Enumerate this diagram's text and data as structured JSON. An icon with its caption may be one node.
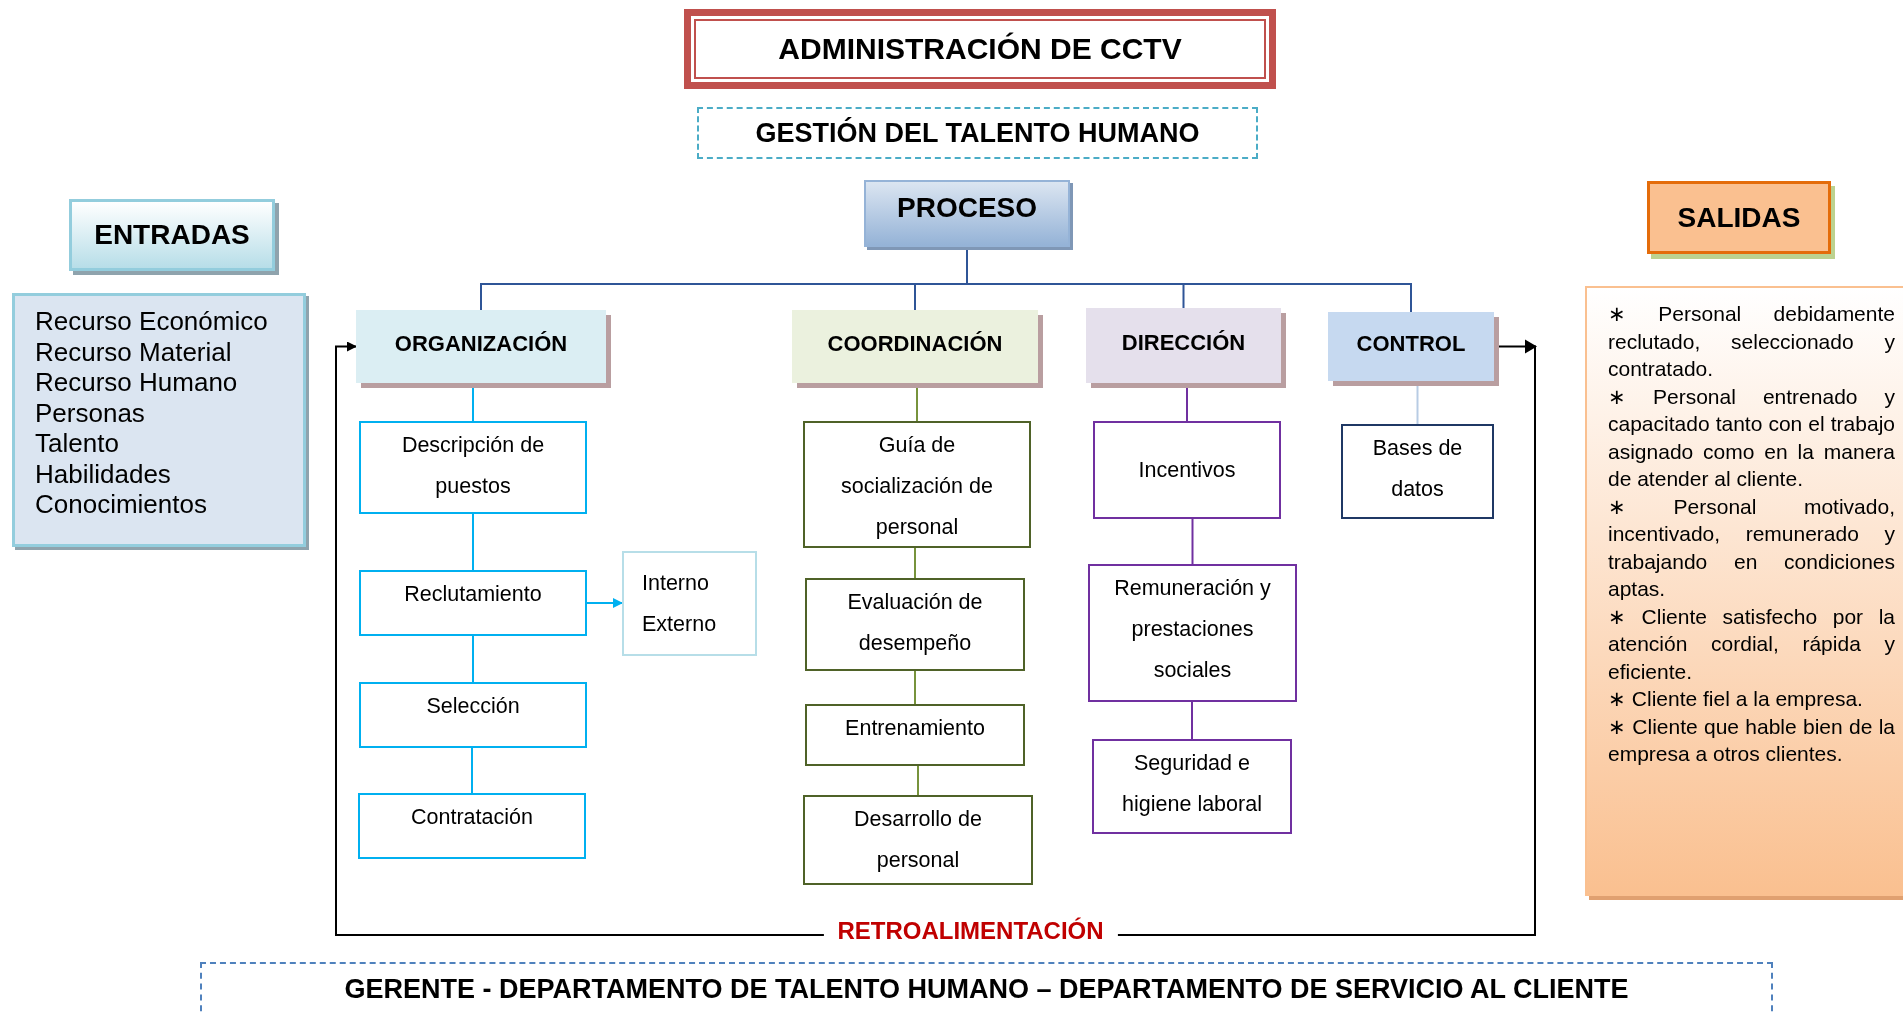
{
  "diagram": {
    "nodes": [
      {
        "text": [
          "ADMINISTRACIÓN DE CCTV"
        ]
      },
      {
        "text": [
          "GESTIÓN DEL TALENTO HUMANO"
        ]
      },
      {
        "text": [
          "ENTRADAS"
        ]
      },
      {
        "text": [
          "Recurso Económico",
          "Recurso Material",
          "Recurso Humano",
          "Personas",
          "Talento",
          "Habilidades",
          "Conocimientos"
        ]
      },
      {
        "text": [
          "PROCESO"
        ]
      },
      {
        "text": [
          "SALIDAS"
        ]
      },
      {
        "text": [
          "∗ Personal debidamente reclutado, seleccionado y contratado.",
          "∗ Personal entrenado y capacitado tanto con el trabajo asignado como en la manera de atender al cliente.",
          "∗ Personal motivado, incentivado, remunerado y trabajando en condiciones aptas.",
          "∗ Cliente satisfecho por la atención cordial, rápida y eficiente.",
          "∗ Cliente fiel a la empresa.",
          "∗ Cliente que hable bien de la empresa a otros clientes."
        ]
      },
      {
        "text": [
          "ORGANIZACIÓN"
        ]
      },
      {
        "text": [
          "COORDINACIÓN"
        ]
      },
      {
        "text": [
          "DIRECCIÓN"
        ]
      },
      {
        "text": [
          "CONTROL"
        ]
      },
      {
        "text": [
          "Descripción de puestos"
        ]
      },
      {
        "text": [
          "Reclutamiento"
        ]
      },
      {
        "text": [
          "Interno",
          "Externo"
        ]
      },
      {
        "text": [
          "Selección"
        ]
      },
      {
        "text": [
          "Contratación"
        ]
      },
      {
        "text": [
          "Guía de socialización de personal"
        ]
      },
      {
        "text": [
          "Evaluación de desempeño"
        ]
      },
      {
        "text": [
          "Entrenamiento"
        ]
      },
      {
        "text": [
          "Desarrollo de personal"
        ]
      },
      {
        "text": [
          "Incentivos"
        ]
      },
      {
        "text": [
          "Remuneración y prestaciones sociales"
        ]
      },
      {
        "text": [
          "Seguridad e higiene laboral"
        ]
      },
      {
        "text": [
          "Bases de datos"
        ]
      },
      {
        "text": [
          "GERENTE - DEPARTAMENTO DE TALENTO HUMANO – DEPARTAMENTO DE SERVICIO AL CLIENTE"
        ]
      }
    ],
    "edges": [
      {
        "from": 4,
        "to": 7,
        "arrow": "none",
        "color": "#2f5597"
      },
      {
        "from": 4,
        "to": 8,
        "arrow": "none",
        "color": "#2f5597"
      },
      {
        "from": 4,
        "to": 9,
        "arrow": "none",
        "color": "#2f5597"
      },
      {
        "from": 4,
        "to": 10,
        "arrow": "none",
        "color": "#2f5597"
      },
      {
        "from": 7,
        "to": 11,
        "arrow": "none",
        "color": "#00b0f0"
      },
      {
        "from": 11,
        "to": 12,
        "arrow": "none",
        "color": "#00b0f0"
      },
      {
        "from": 12,
        "to": 13,
        "arrow": "to",
        "color": "#00b0f0"
      },
      {
        "from": 12,
        "to": 14,
        "arrow": "none",
        "color": "#00b0f0"
      },
      {
        "from": 14,
        "to": 15,
        "arrow": "none",
        "color": "#00b0f0"
      },
      {
        "from": 8,
        "to": 16,
        "arrow": "none",
        "color": "#77933c"
      },
      {
        "from": 16,
        "to": 17,
        "arrow": "none",
        "color": "#77933c"
      },
      {
        "from": 17,
        "to": 18,
        "arrow": "none",
        "color": "#77933c"
      },
      {
        "from": 18,
        "to": 19,
        "arrow": "none",
        "color": "#77933c"
      },
      {
        "from": 9,
        "to": 20,
        "arrow": "none",
        "color": "#7030a0"
      },
      {
        "from": 20,
        "to": 21,
        "arrow": "none",
        "color": "#7030a0"
      },
      {
        "from": 21,
        "to": 22,
        "arrow": "none",
        "color": "#7030a0"
      },
      {
        "from": 10,
        "to": 23,
        "arrow": "none",
        "color": "#b8cce4"
      },
      {
        "from": 10,
        "to": 7,
        "arrow": "to",
        "label": "RETROALIMENTACIÓN",
        "color": "#000000"
      }
    ]
  }
}
